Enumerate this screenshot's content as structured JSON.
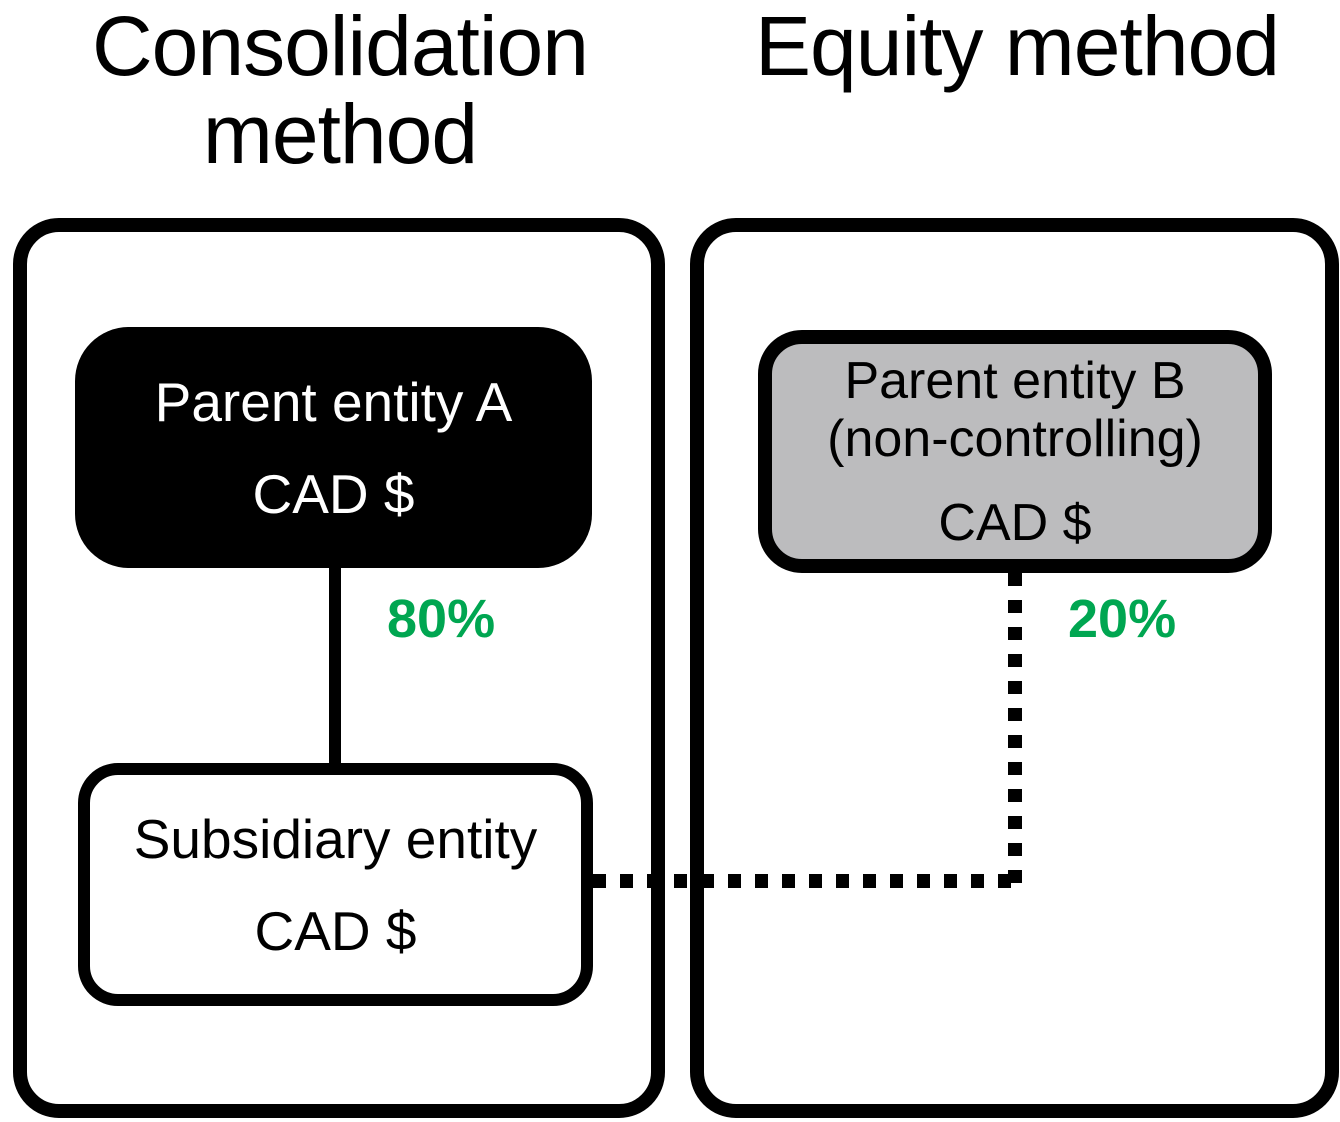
{
  "diagram": {
    "left_panel": {
      "title": "Consolidation method",
      "parent_box": {
        "name": "Parent entity A",
        "currency": "CAD $"
      },
      "ownership_percent": "80%",
      "subsidiary_box": {
        "name": "Subsidiary entity",
        "currency": "CAD $"
      }
    },
    "right_panel": {
      "title": "Equity method",
      "parent_box": {
        "name": "Parent entity B",
        "qualifier": "(non-controlling)",
        "currency": "CAD $"
      },
      "ownership_percent": "20%"
    },
    "connections": {
      "left": "solid line from Parent entity A to Subsidiary entity",
      "right": "dashed line from Parent entity B to Subsidiary entity"
    },
    "colors": {
      "ownership_label_green": "#00a651",
      "parent_a_fill": "#000000",
      "parent_a_text": "#ffffff",
      "parent_b_fill": "#bcbcbe",
      "border_and_text": "#000000",
      "background": "#ffffff"
    }
  }
}
